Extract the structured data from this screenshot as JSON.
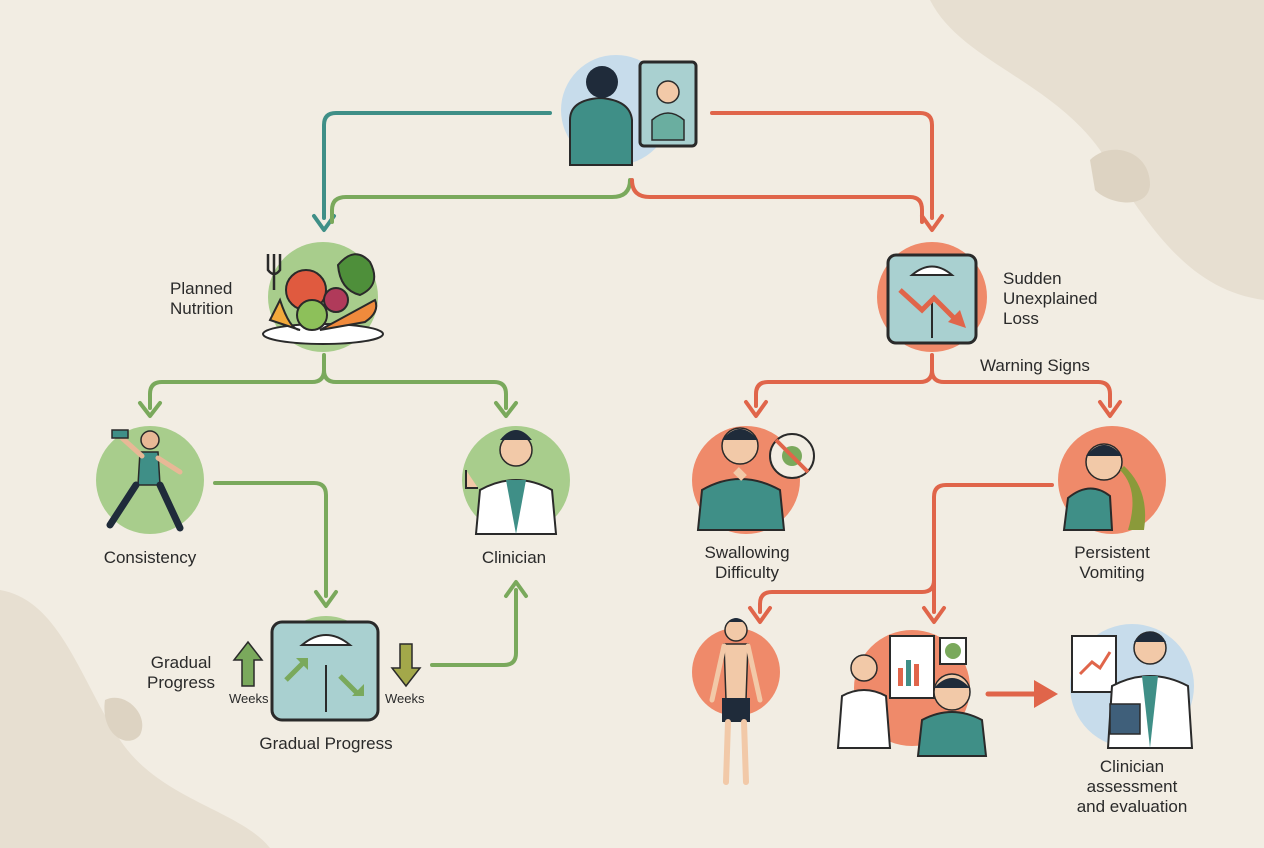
{
  "colors": {
    "background": "#f2ede3",
    "teal": "#3f8f87",
    "green": "#7aa95c",
    "red": "#e0654a",
    "green_circle": "#a8cd8c",
    "red_circle": "#ef8a6a",
    "blue_circle": "#c7dceb"
  },
  "nodes": {
    "start": {
      "icon": "person-mirror-icon"
    },
    "planned_nutrition": {
      "label": "Planned\nNutrition",
      "icon": "food-plate-icon"
    },
    "sudden_loss": {
      "label": "Sudden\nUnexplained\nLoss",
      "icon": "falling-scale-icon"
    },
    "warning_signs": {
      "label": "Warning Signs"
    },
    "consistency": {
      "label": "Consistency",
      "icon": "exercise-icon"
    },
    "clinician": {
      "label": "Clinician",
      "icon": "doctor-icon"
    },
    "gradual_progress": {
      "label": "Gradual Progress",
      "side_label": "Gradual\nProgress",
      "weeks_left": "Weeks",
      "weeks_right": "Weeks",
      "icon": "scale-icon"
    },
    "swallowing": {
      "label": "Swallowing\nDifficulty",
      "icon": "sore-throat-icon"
    },
    "vomiting": {
      "label": "Persistent\nVomiting",
      "icon": "vomiting-icon"
    },
    "thin_body": {
      "icon": "thin-body-icon"
    },
    "consultation": {
      "icon": "consultation-icon"
    },
    "assessment": {
      "label": "Clinician assessment\nand evaluation",
      "icon": "clinician-clipboard-icon"
    }
  }
}
